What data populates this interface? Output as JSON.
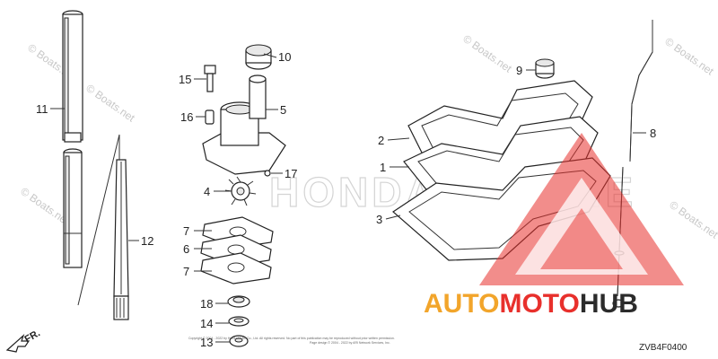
{
  "callouts": [
    {
      "id": "11",
      "label": "11"
    },
    {
      "id": "12",
      "label": "12"
    },
    {
      "id": "15",
      "label": "15"
    },
    {
      "id": "16",
      "label": "16"
    },
    {
      "id": "10",
      "label": "10"
    },
    {
      "id": "5",
      "label": "5"
    },
    {
      "id": "17",
      "label": "17"
    },
    {
      "id": "4",
      "label": "4"
    },
    {
      "id": "7a",
      "label": "7"
    },
    {
      "id": "6",
      "label": "6"
    },
    {
      "id": "7b",
      "label": "7"
    },
    {
      "id": "18",
      "label": "18"
    },
    {
      "id": "14",
      "label": "14"
    },
    {
      "id": "13",
      "label": "13"
    },
    {
      "id": "2",
      "label": "2"
    },
    {
      "id": "1",
      "label": "1"
    },
    {
      "id": "3",
      "label": "3"
    },
    {
      "id": "9",
      "label": "9"
    },
    {
      "id": "8",
      "label": "8"
    }
  ],
  "watermark": "© Boats.net",
  "brand_background": "HONDA MARINE",
  "logo": {
    "text_auto": "AUTO",
    "text_moto": "MOTO",
    "text_hub": "HUB",
    "color_orange": "#f2a52b",
    "color_red": "#e8302c",
    "color_dark": "#2b2b2b"
  },
  "direction_label": "FR.",
  "diagram_code": "ZVB4F0400",
  "copyright_line1": "Copyright © 2004 - 2022 by Honda Motor Co., Ltd. All rights reserved. No part of this publication may be reproduced without prior written permission.",
  "copyright_line2": "Page design © 2004 - 2022 by ARI Network Services, Inc."
}
